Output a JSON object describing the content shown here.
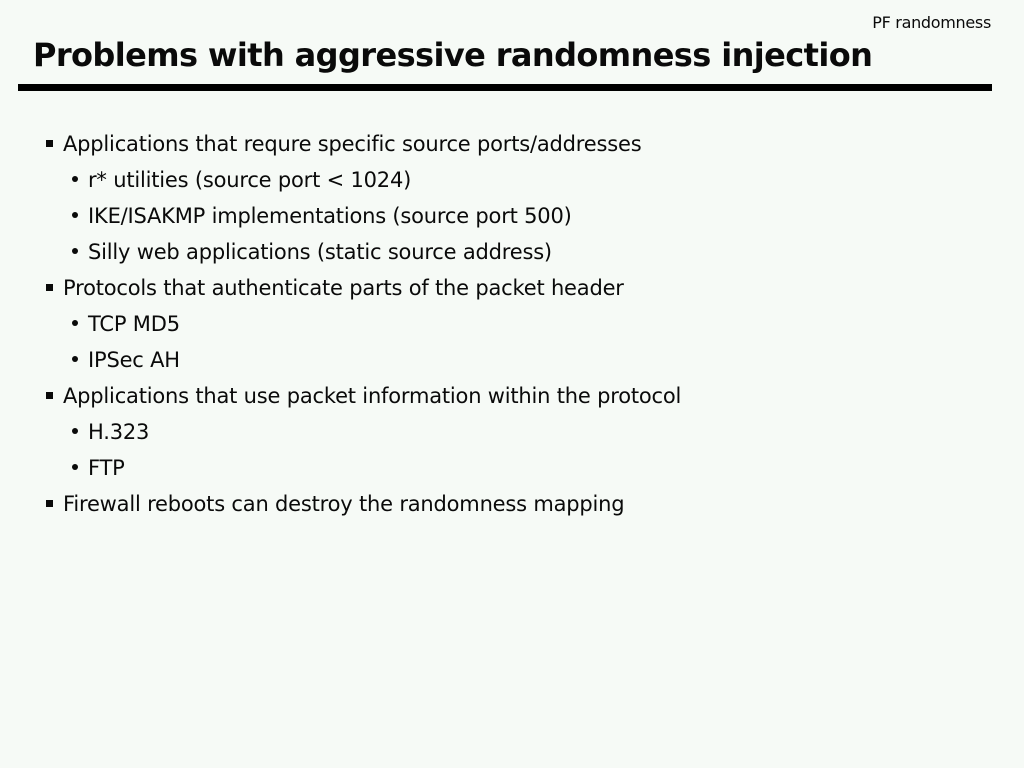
{
  "slide": {
    "corner_label": "PF randomness",
    "title": "Problems with aggressive randomness injection",
    "bullets": [
      {
        "level": 1,
        "text": "Applications that requre specific source ports/addresses"
      },
      {
        "level": 2,
        "text": "r* utilities (source port < 1024)"
      },
      {
        "level": 2,
        "text": "IKE/ISAKMP implementations (source port 500)"
      },
      {
        "level": 2,
        "text": "Silly web applications (static source address)"
      },
      {
        "level": 1,
        "text": "Protocols that authenticate parts of the packet header"
      },
      {
        "level": 2,
        "text": "TCP MD5"
      },
      {
        "level": 2,
        "text": "IPSec AH"
      },
      {
        "level": 1,
        "text": "Applications that use packet information within the protocol"
      },
      {
        "level": 2,
        "text": "H.323"
      },
      {
        "level": 2,
        "text": "FTP"
      },
      {
        "level": 1,
        "text": "Firewall reboots can destroy the randomness mapping"
      }
    ],
    "colors": {
      "background": "#f6faf6",
      "text": "#0a0a0a",
      "rule": "#000000"
    }
  }
}
